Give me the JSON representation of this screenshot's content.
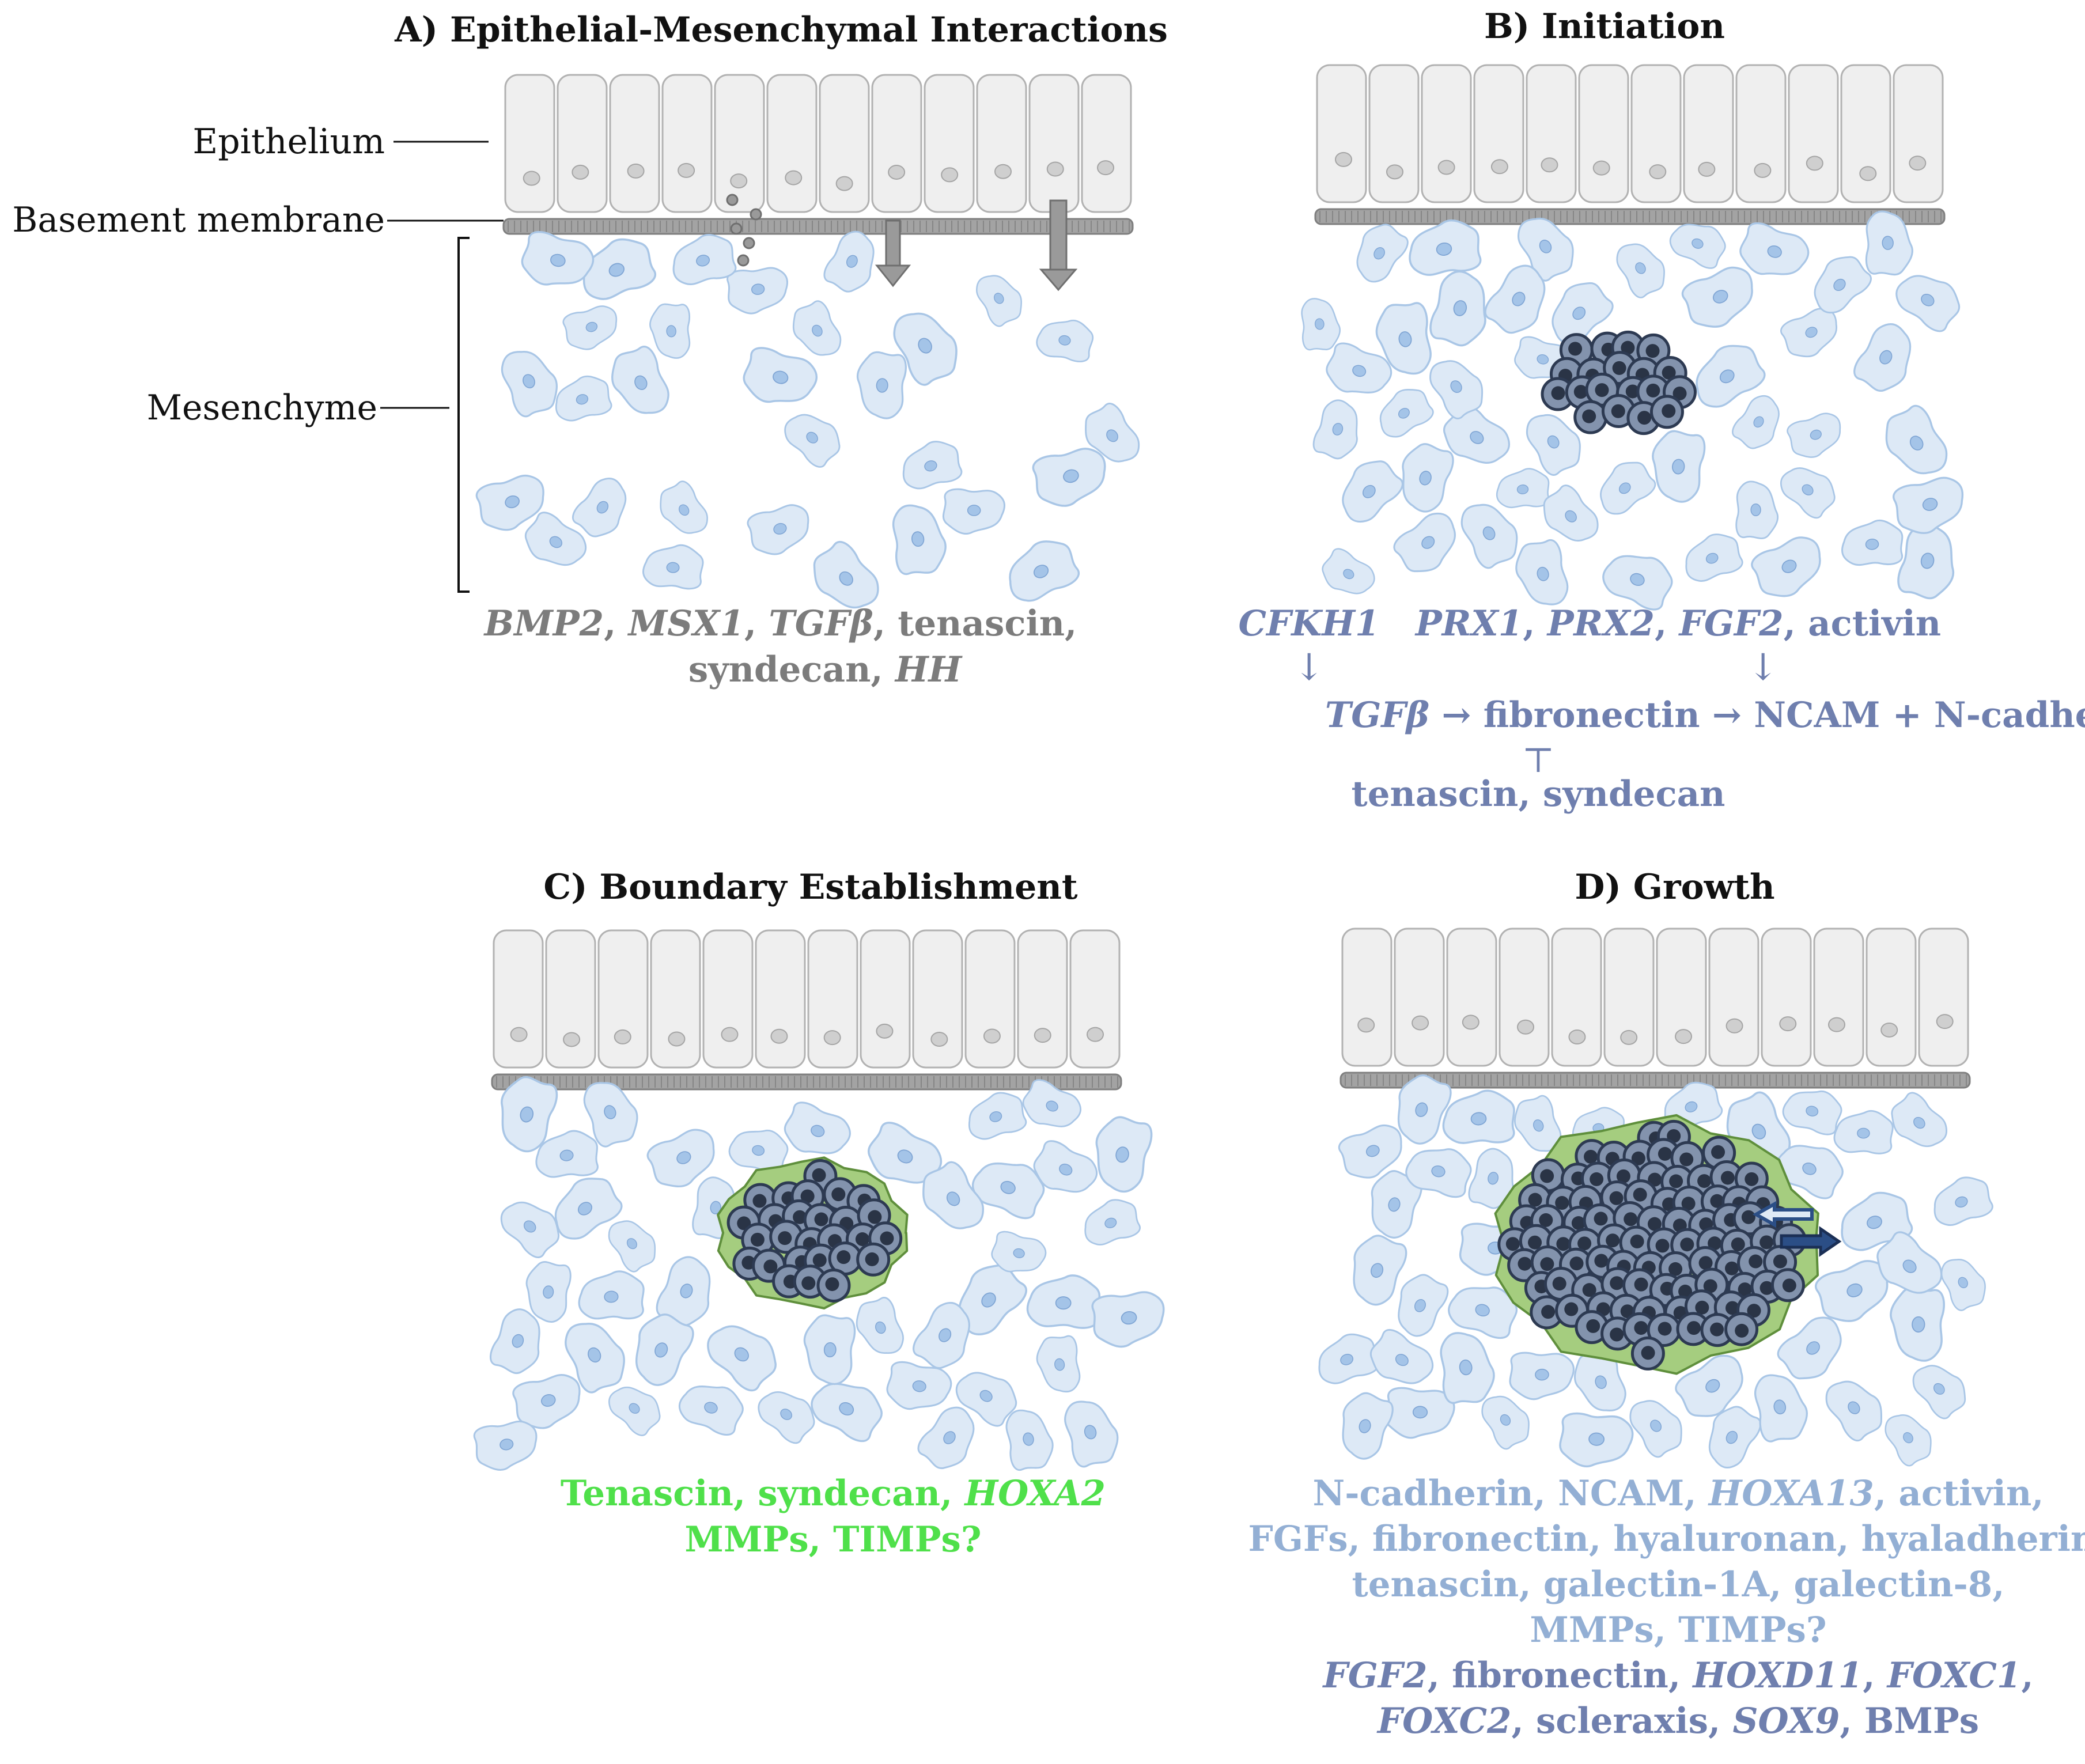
{
  "panels": {
    "a": {
      "title": "A) Epithelial-Mesenchymal Interactions",
      "labels": {
        "epithelium": "Epithelium",
        "basement_membrane": "Basement membrane",
        "mesenchyme": "Mesenchyme"
      },
      "genes_line1": {
        "g1": "BMP2",
        "s1": ", ",
        "g2": "MSX1",
        "s2": ", ",
        "g3": "TGFβ",
        "s3": ", tenascin,"
      },
      "genes_line2": {
        "t1": "syndecan, ",
        "g1": "HH"
      }
    },
    "b": {
      "title": "B) Initiation",
      "cfkh1": "CFKH1",
      "upstream": {
        "g1": "PRX1",
        "s1": ", ",
        "g2": "PRX2",
        "s2": ", ",
        "g3": "FGF2",
        "s3": ", activin"
      },
      "down_arrow_1": "↓",
      "down_arrow_2": "↓",
      "pathway": {
        "tgfb": "TGFβ",
        "a1": " → ",
        "fibronectin": "fibronectin",
        "a2": " → ",
        "ncam": "NCAM + N-cadherin"
      },
      "inhibit": "⊤",
      "inhibitors": "tenascin, syndecan"
    },
    "c": {
      "title": "C) Boundary Establishment",
      "line1": {
        "t1": "Tenascin, syndecan, ",
        "g1": "HOXA2"
      },
      "line2": "MMPs, TIMPs?"
    },
    "d": {
      "title": "D) Growth",
      "light_line1": {
        "t1": "N-cadherin, NCAM, ",
        "g1": "HOXA13",
        "t2": ", activin,"
      },
      "light_line2": "FGFs, fibronectin, hyaluronan, hyaladherin,",
      "light_line3": "tenascin, galectin-1A, galectin-8,",
      "light_line4": "MMPs, TIMPs?",
      "dark_line1": {
        "g1": "FGF2",
        "t1": ", fibronectin, ",
        "g2": "HOXD11",
        "s1": ", ",
        "g3": "FOXC1",
        "s2": ","
      },
      "dark_line2": {
        "g1": "FOXC2",
        "t1": ", scleraxis, ",
        "g2": "SOX9",
        "t2": ", BMPs"
      }
    }
  },
  "colors": {
    "gray_text": "#7c7c7c",
    "blue_text": "#6f7fae",
    "light_blue_text": "#93afd4",
    "green_text": "#4fe04a",
    "epithelial_cell": "#efefef",
    "mesenchymal_cell": "#dde9f6",
    "condensed_cell": "#8393ad",
    "boundary_matrix": "#a5cd7f"
  }
}
